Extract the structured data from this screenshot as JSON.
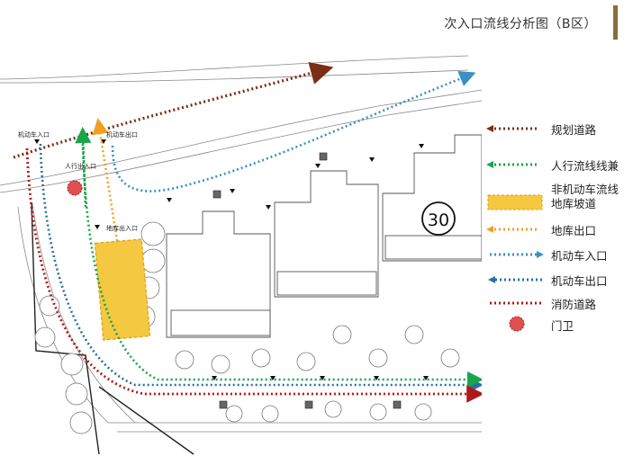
{
  "title": "次入口流线分析图（B区）",
  "building_number": "30",
  "plan_labels": {
    "vehicle_entry": "机动车入口",
    "vehicle_exit": "机动车出口",
    "pedestrian_entry": "人行出入口",
    "garage_entry": "地库出入口"
  },
  "legend": [
    {
      "key": "planned_road",
      "label": "规划道路",
      "color": "#7a2e14"
    },
    {
      "key": "pedestrian",
      "label": "人行流线线兼",
      "label2": "非机动车流线",
      "color": "#1aa54a"
    },
    {
      "key": "garage_ramp",
      "label": "地库坡道",
      "color": "#f5c842"
    },
    {
      "key": "garage_exit",
      "label": "地库出口",
      "color": "#f0a020"
    },
    {
      "key": "vehicle_in",
      "label": "机动车入口",
      "color": "#3a8fc6"
    },
    {
      "key": "vehicle_out",
      "label": "机动车出口",
      "color": "#2a6fa0"
    },
    {
      "key": "fire_road",
      "label": "消防道路",
      "color": "#b01818"
    },
    {
      "key": "guard",
      "label": "门卫",
      "color": "#e05050"
    }
  ]
}
